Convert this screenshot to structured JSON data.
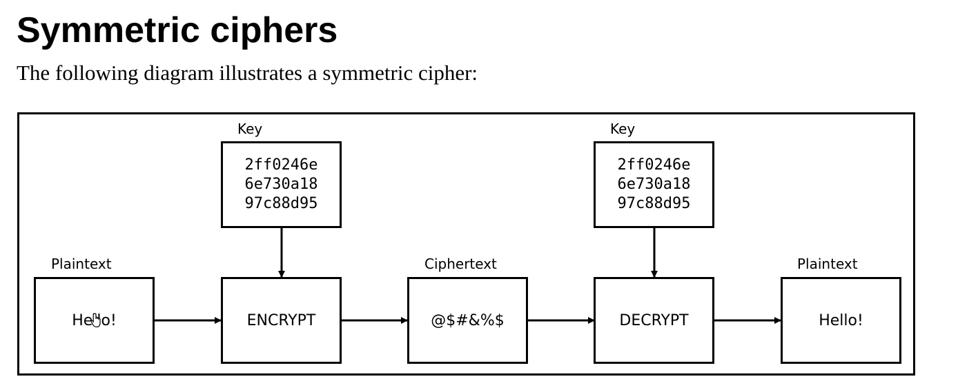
{
  "heading": "Symmetric ciphers",
  "intro": "The following diagram illustrates a symmetric cipher:",
  "diagram": {
    "key_left": {
      "label": "Key",
      "lines": [
        "2ff0246e",
        "6e730a18",
        "97c88d95"
      ]
    },
    "key_right": {
      "label": "Key",
      "lines": [
        "2ff0246e",
        "6e730a18",
        "97c88d95"
      ]
    },
    "plaintext_in": {
      "label": "Plaintext",
      "text": "Hello!"
    },
    "encrypt": {
      "text": "ENCRYPT"
    },
    "ciphertext": {
      "label": "Ciphertext",
      "text": "@$#&%$"
    },
    "decrypt": {
      "text": "DECRYPT"
    },
    "plaintext_out": {
      "label": "Plaintext",
      "text": "Hello!"
    }
  }
}
